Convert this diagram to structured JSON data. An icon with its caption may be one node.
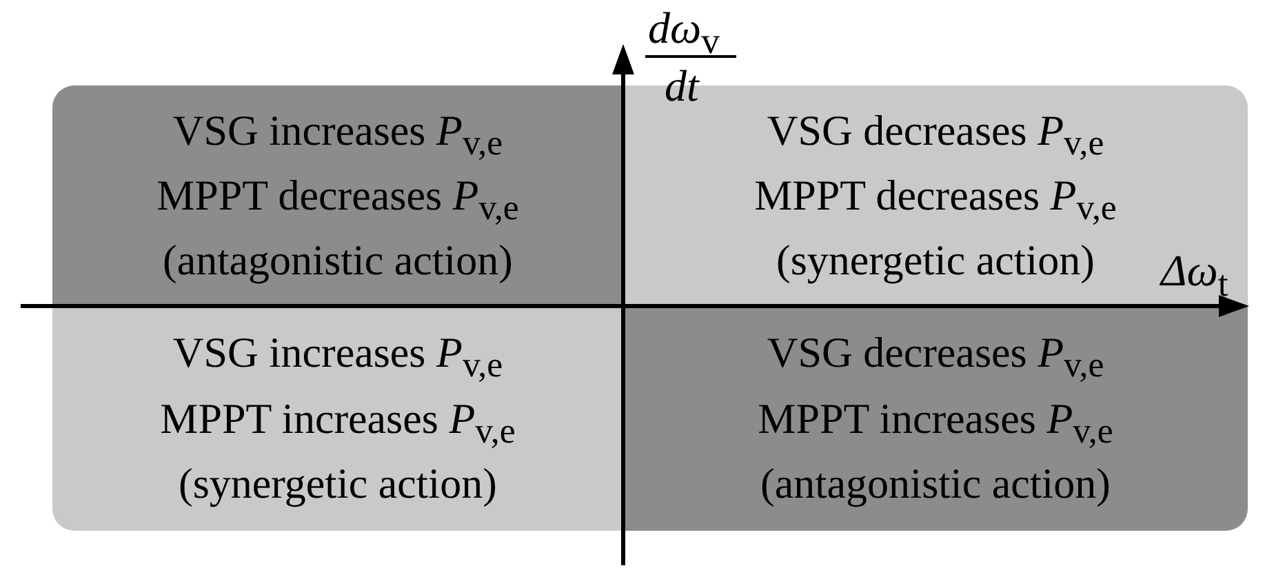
{
  "diagram": {
    "nodes": [
      {
        "text": [
          "VSG increases *P*$_{v,e}$",
          "MPPT decreases *P*$_{v,e}$",
          "(antagonistic action)"
        ]
      },
      {
        "text": [
          "VSG decreases *P*$_{v,e}$",
          "MPPT decreases *P*$_{v,e}$",
          "(synergetic action)"
        ]
      },
      {
        "text": [
          "VSG increases *P*$_{v,e}$",
          "MPPT increases *P*$_{v,e}$",
          "(synergetic action)"
        ]
      },
      {
        "text": [
          "VSG decreases *P*$_{v,e}$",
          "MPPT increases *P*$_{v,e}$",
          "(antagonistic action)"
        ]
      }
    ],
    "edges": [],
    "labels": [
      "*dω*$_{v}$",
      "*dt*",
      "*Δω*$_{t}$"
    ]
  }
}
